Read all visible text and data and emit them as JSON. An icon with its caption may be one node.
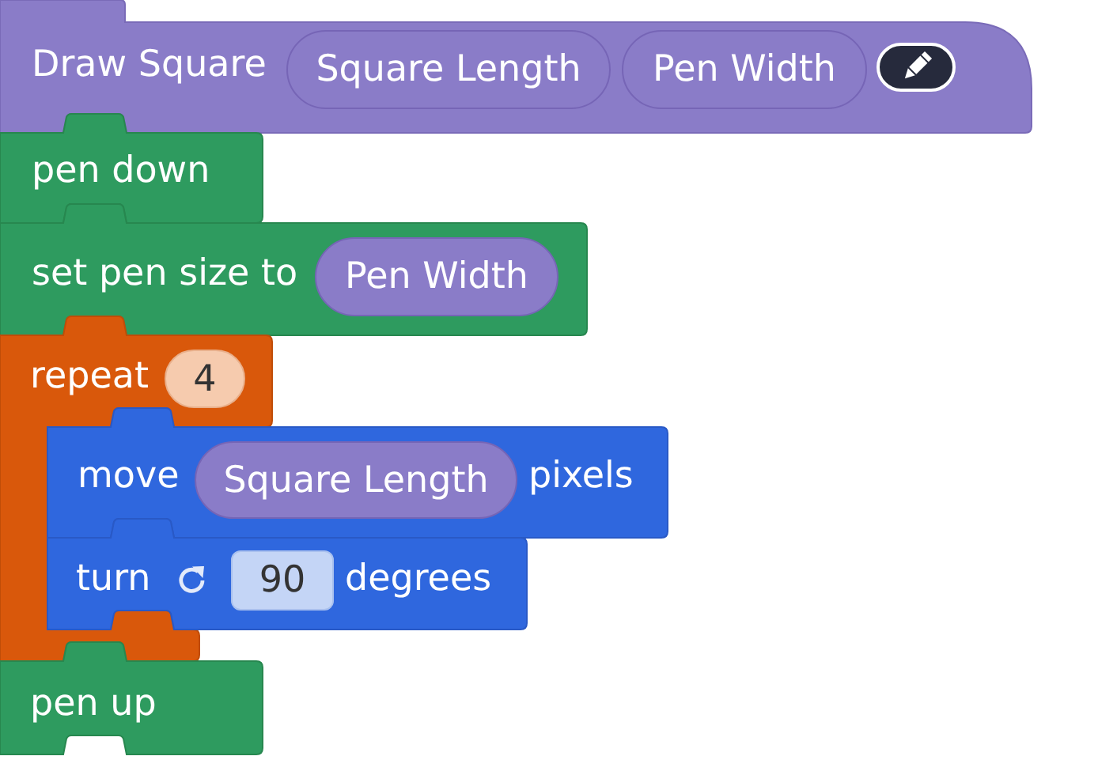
{
  "diagram": {
    "nodes": [
      {
        "text": [
          "Draw Square"
        ]
      },
      {
        "text": [
          "Square Length"
        ],
        "in": 0
      },
      {
        "text": [
          "Pen Width"
        ],
        "in": 0
      },
      {
        "text": [
          "pen down"
        ]
      },
      {
        "text": [
          "set pen size to"
        ]
      },
      {
        "text": [
          "Pen Width"
        ],
        "in": 4
      },
      {
        "text": [
          "repeat"
        ]
      },
      {
        "text": [
          "4"
        ],
        "in": 6
      },
      {
        "text": [
          "move",
          "pixels"
        ]
      },
      {
        "text": [
          "Square Length"
        ],
        "in": 8
      },
      {
        "text": [
          "turn",
          "degrees"
        ]
      },
      {
        "text": [
          "90"
        ],
        "in": 10
      },
      {
        "text": [
          "pen up"
        ]
      }
    ]
  }
}
